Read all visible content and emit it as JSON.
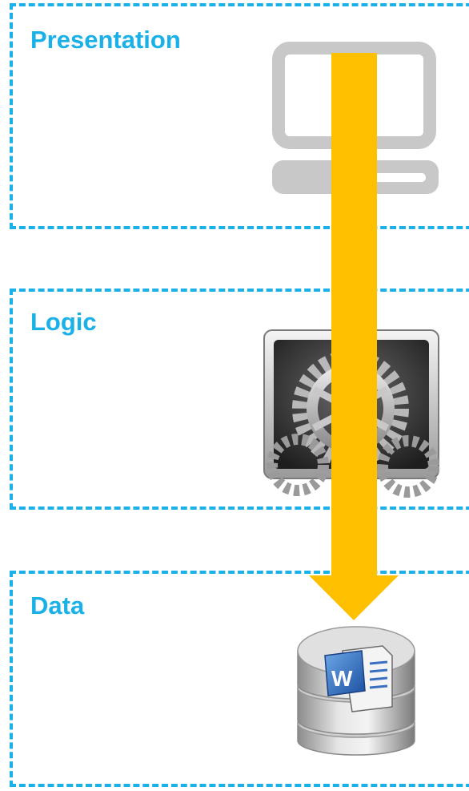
{
  "layers": [
    {
      "label": "Presentation",
      "icon": "monitor-icon"
    },
    {
      "label": "Logic",
      "icon": "gear-icon"
    },
    {
      "label": "Data",
      "icon": "database-icon"
    }
  ],
  "database_badge": "W",
  "colors": {
    "border": "#1ab0e8",
    "label": "#1ab0e8",
    "flow_arrow": "#ffc000",
    "monitor": "#c8c8c8"
  }
}
